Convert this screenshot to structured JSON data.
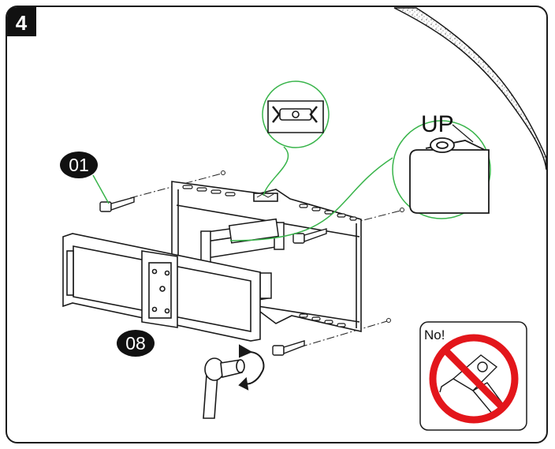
{
  "step": {
    "number": "4"
  },
  "callouts": {
    "top_screw_part": "01",
    "wall_plate_part": "08",
    "orientation_label": "UP"
  },
  "warning": {
    "label": "No!",
    "icon": "no-power-drill-icon",
    "color": "#e3161b"
  },
  "colors": {
    "callout_lines": "#38b44a",
    "outline": "#1a1a1a",
    "badge_fill": "#111111"
  }
}
